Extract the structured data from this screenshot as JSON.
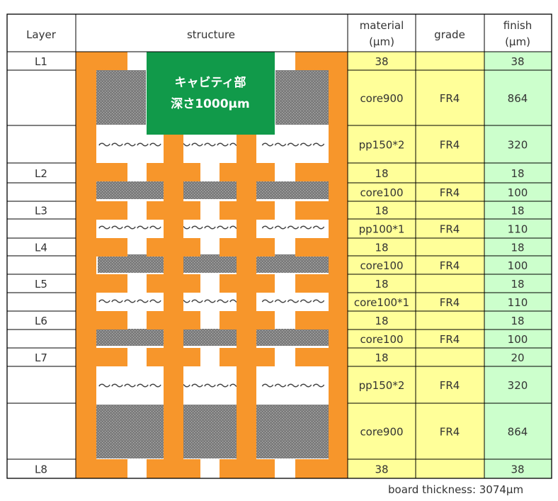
{
  "headers": {
    "layer": "Layer",
    "structure": "structure",
    "material_l1": "material",
    "material_l2": "(μm)",
    "grade": "grade",
    "finish_l1": "finish",
    "finish_l2": "(μm)"
  },
  "rows": [
    {
      "layer": "L1",
      "material": "38",
      "grade": "",
      "finish": "38"
    },
    {
      "layer": "",
      "material": "core900",
      "grade": "FR4",
      "finish": "864"
    },
    {
      "layer": "",
      "material": "pp150*2",
      "grade": "FR4",
      "finish": "320"
    },
    {
      "layer": "L2",
      "material": "18",
      "grade": "",
      "finish": "18"
    },
    {
      "layer": "",
      "material": "core100",
      "grade": "FR4",
      "finish": "100"
    },
    {
      "layer": "L3",
      "material": "18",
      "grade": "",
      "finish": "18"
    },
    {
      "layer": "",
      "material": "pp100*1",
      "grade": "FR4",
      "finish": "110"
    },
    {
      "layer": "L4",
      "material": "18",
      "grade": "",
      "finish": "18"
    },
    {
      "layer": "",
      "material": "core100",
      "grade": "FR4",
      "finish": "100"
    },
    {
      "layer": "L5",
      "material": "18",
      "grade": "",
      "finish": "18"
    },
    {
      "layer": "",
      "material": "core100*1",
      "grade": "FR4",
      "finish": "110"
    },
    {
      "layer": "L6",
      "material": "18",
      "grade": "",
      "finish": "18"
    },
    {
      "layer": "",
      "material": "core100",
      "grade": "FR4",
      "finish": "100"
    },
    {
      "layer": "L7",
      "material": "18",
      "grade": "",
      "finish": "20"
    },
    {
      "layer": "",
      "material": "pp150*2",
      "grade": "FR4",
      "finish": "320"
    },
    {
      "layer": "",
      "material": "core900",
      "grade": "FR4",
      "finish": "864"
    },
    {
      "layer": "L8",
      "material": "38",
      "grade": "",
      "finish": "38"
    }
  ],
  "cavity": {
    "line1": "キャビティ部",
    "line2": "深さ1000μm"
  },
  "wave_text": "～～～～～",
  "board_thickness": "board thickness: 3074μm",
  "colors": {
    "copper": "#f7962b",
    "core": "#7f7f7f",
    "cavity": "#119a4a",
    "material_bg": "#ffff99",
    "finish_bg": "#ccffcc",
    "border": "#000000"
  }
}
